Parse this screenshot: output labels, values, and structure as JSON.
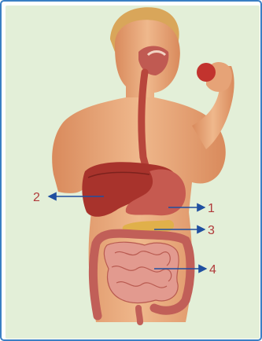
{
  "figure": {
    "colors": {
      "frame": "#3a7fc4",
      "background": "#e3efd8",
      "arrow": "#1f4fa0",
      "label": "#b03a3a",
      "skin": "#e8a779",
      "organ": "#b8463c",
      "intestine": "#d9857c"
    },
    "labels": [
      {
        "id": "1",
        "text": "1"
      },
      {
        "id": "2",
        "text": "2"
      },
      {
        "id": "3",
        "text": "3"
      },
      {
        "id": "4",
        "text": "4"
      }
    ]
  }
}
